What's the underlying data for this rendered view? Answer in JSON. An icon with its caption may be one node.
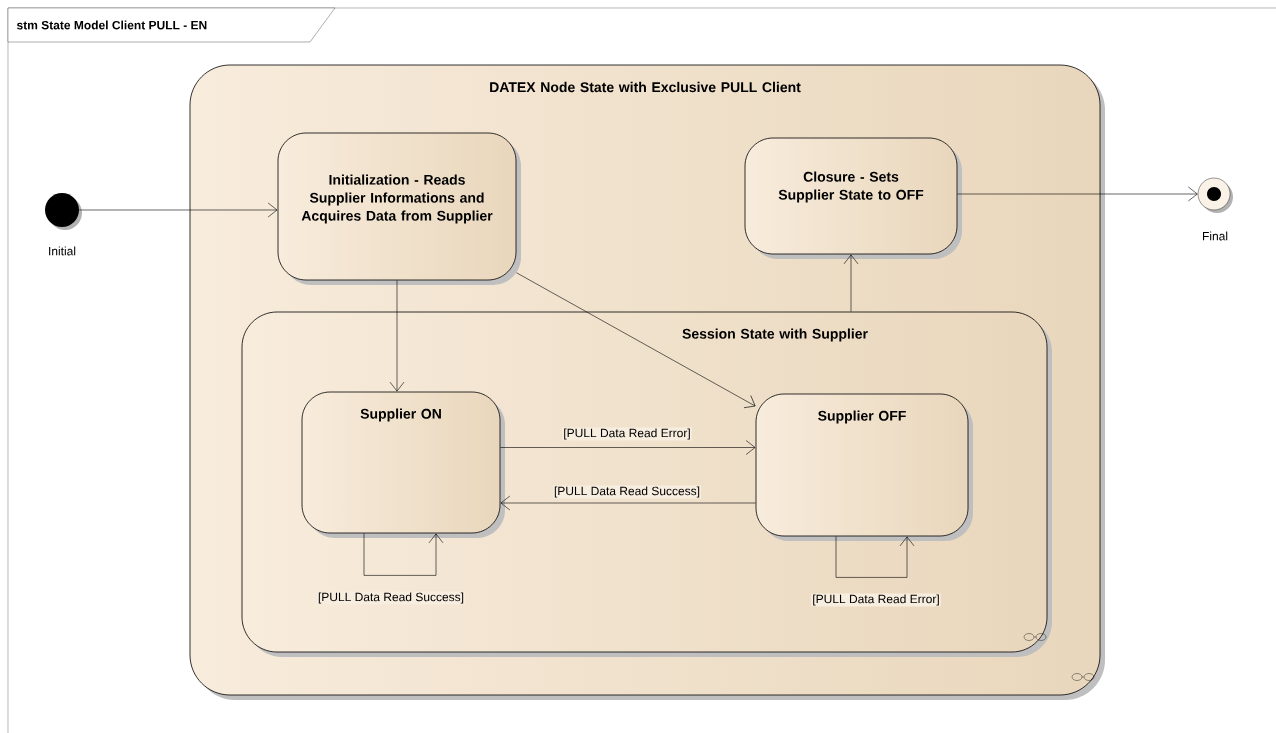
{
  "diagram": {
    "title": "stm State Model Client PULL - EN",
    "nodes": [
      {
        "text": [],
        "shape": "circle",
        "beside": [
          "Initial"
        ]
      },
      {
        "text": [
          "DATEX Node State with Exclusive PULL Client"
        ]
      },
      {
        "text": [
          "Initialization - Reads Supplier Informations and Acquires Data from Supplier"
        ],
        "in": 1
      },
      {
        "text": [
          "Closure - Sets Supplier State to OFF"
        ],
        "in": 1
      },
      {
        "text": [
          "Session State with Supplier"
        ],
        "in": 1
      },
      {
        "text": [
          "Supplier ON"
        ],
        "in": 4
      },
      {
        "text": [
          "Supplier OFF"
        ],
        "in": 4
      },
      {
        "text": [],
        "shape": "bullseye",
        "beside": [
          "Final"
        ]
      }
    ],
    "edges": [
      {
        "from": 0,
        "to": 2,
        "arrow": "to"
      },
      {
        "from": 2,
        "to": 5,
        "arrow": "to"
      },
      {
        "from": 2,
        "to": 6,
        "arrow": "to"
      },
      {
        "from": 4,
        "to": 3,
        "arrow": "to"
      },
      {
        "from": 3,
        "to": 7,
        "arrow": "to"
      },
      {
        "from": 5,
        "to": 6,
        "arrow": "to",
        "label": "[PULL Data Read Error]"
      },
      {
        "from": 6,
        "to": 5,
        "arrow": "to",
        "label": "[PULL Data Read Success]"
      },
      {
        "from": 5,
        "to": 5,
        "arrow": "to",
        "label": "[PULL Data Read Success]"
      },
      {
        "from": 6,
        "to": 6,
        "arrow": "to",
        "label": "[PULL Data Read Error]"
      }
    ]
  }
}
